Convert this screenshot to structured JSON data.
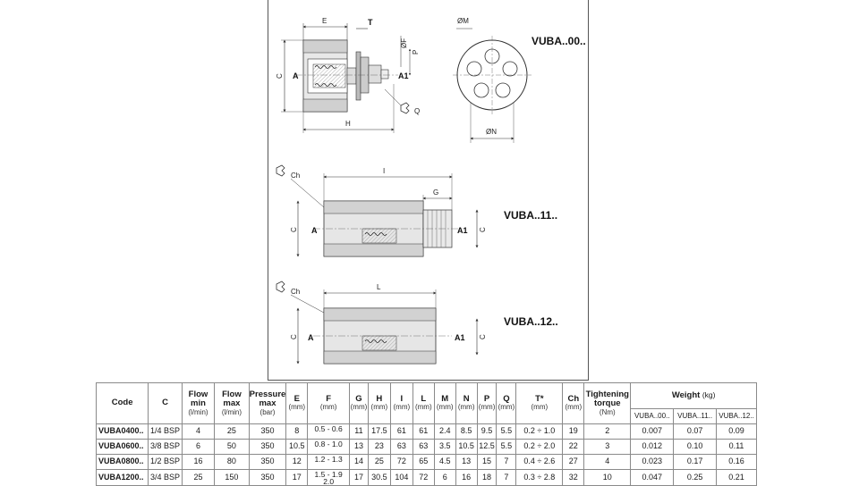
{
  "models": {
    "m00": "VUBA..00..",
    "m11": "VUBA..11..",
    "m12": "VUBA..12.."
  },
  "dimension_labels": {
    "E": "E",
    "T": "T",
    "F": "ØF",
    "P": "P",
    "C": "C",
    "A": "A",
    "A1": "A1",
    "Q": "Q",
    "H": "H",
    "M": "ØM",
    "N": "ØN",
    "I": "I",
    "G": "G",
    "L": "L",
    "Ch": "Ch"
  },
  "table": {
    "headers": [
      {
        "title": "Code",
        "unit": ""
      },
      {
        "title": "C",
        "unit": ""
      },
      {
        "title": "Flow min",
        "unit": "(l/min)"
      },
      {
        "title": "Flow max",
        "unit": "(l/min)"
      },
      {
        "title": "Pressure max",
        "unit": "(bar)"
      },
      {
        "title": "E",
        "unit": "(mm)"
      },
      {
        "title": "F",
        "unit": "(mm)"
      },
      {
        "title": "G",
        "unit": "(mm)"
      },
      {
        "title": "H",
        "unit": "(mm)"
      },
      {
        "title": "I",
        "unit": "(mm)"
      },
      {
        "title": "L",
        "unit": "(mm)"
      },
      {
        "title": "M",
        "unit": "(mm)"
      },
      {
        "title": "N",
        "unit": "(mm)"
      },
      {
        "title": "P",
        "unit": "(mm)"
      },
      {
        "title": "Q",
        "unit": "(mm)"
      },
      {
        "title": "T*",
        "unit": "(mm)"
      },
      {
        "title": "Ch",
        "unit": "(mm)"
      },
      {
        "title": "Tightening torque",
        "unit": "(Nm)"
      }
    ],
    "weight_header": {
      "title": "Weight",
      "unit": "(kg)"
    },
    "weight_subheaders": [
      "VUBA..00..",
      "VUBA..11..",
      "VUBA..12.."
    ],
    "rows": [
      {
        "code": "VUBA0400..",
        "c": "1/4 BSP",
        "flow_min": "4",
        "flow_max": "25",
        "pressure": "350",
        "e": "8",
        "f": "0.5 - 0.6",
        "g": "11",
        "h": "17.5",
        "i": "61",
        "l": "61",
        "m": "2.4",
        "n": "8.5",
        "p": "9.5",
        "q": "5.5",
        "t": "0.2 ÷ 1.0",
        "ch": "19",
        "torque": "2",
        "w00": "0.007",
        "w11": "0.07",
        "w12": "0.09"
      },
      {
        "code": "VUBA0600..",
        "c": "3/8 BSP",
        "flow_min": "6",
        "flow_max": "50",
        "pressure": "350",
        "e": "10.5",
        "f": "0.8 - 1.0",
        "g": "13",
        "h": "23",
        "i": "63",
        "l": "63",
        "m": "3.5",
        "n": "10.5",
        "p": "12.5",
        "q": "5.5",
        "t": "0.2 ÷ 2.0",
        "ch": "22",
        "torque": "3",
        "w00": "0.012",
        "w11": "0.10",
        "w12": "0.11"
      },
      {
        "code": "VUBA0800..",
        "c": "1/2 BSP",
        "flow_min": "16",
        "flow_max": "80",
        "pressure": "350",
        "e": "12",
        "f": "1.2 - 1.3",
        "g": "14",
        "h": "25",
        "i": "72",
        "l": "65",
        "m": "4.5",
        "n": "13",
        "p": "15",
        "q": "7",
        "t": "0.4 ÷ 2.6",
        "ch": "27",
        "torque": "4",
        "w00": "0.023",
        "w11": "0.17",
        "w12": "0.16"
      },
      {
        "code": "VUBA1200..",
        "c": "3/4 BSP",
        "flow_min": "25",
        "flow_max": "150",
        "pressure": "350",
        "e": "17",
        "f": "1.5 - 1.9",
        "g": "17",
        "h": "30.5",
        "i": "104",
        "l": "72",
        "m": "6",
        "n": "16",
        "p": "18",
        "q": "7",
        "t": "0.3 ÷ 2.8",
        "ch": "32",
        "torque": "10",
        "w00": "0.047",
        "w11": "0.25",
        "w12": "0.21"
      }
    ],
    "f_trailing": "2.0"
  }
}
